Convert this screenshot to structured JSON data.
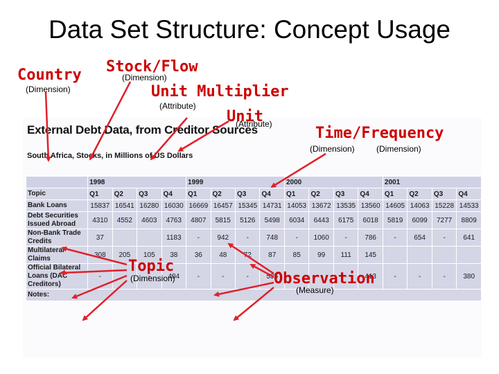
{
  "slide": {
    "title": "Data Set Structure: Concept Usage"
  },
  "screenshot": {
    "heading": "External Debt Data, from Creditor Sources",
    "subheading": "South Africa, Stocks, in Millions of US Dollars",
    "years": [
      "1998",
      "1999",
      "2000",
      "2001"
    ],
    "topic_header": "Topic",
    "quarters": [
      "Q1",
      "Q2",
      "Q3",
      "Q4",
      "Q1",
      "Q2",
      "Q3",
      "Q4",
      "Q1",
      "Q2",
      "Q3",
      "Q4",
      "Q1",
      "Q2",
      "Q3",
      "Q4"
    ],
    "rows": [
      {
        "label": "Bank Loans",
        "values": [
          "15837",
          "16541",
          "16280",
          "16030",
          "16669",
          "16457",
          "15345",
          "14731",
          "14053",
          "13672",
          "13535",
          "13560",
          "14605",
          "14063",
          "15228",
          "14533"
        ]
      },
      {
        "label": "Debt Securities Issued Abroad",
        "values": [
          "4310",
          "4552",
          "4603",
          "4763",
          "4807",
          "5815",
          "5126",
          "5498",
          "6034",
          "6443",
          "6175",
          "6018",
          "5819",
          "6099",
          "7277",
          "8809"
        ]
      },
      {
        "label": "Non-Bank Trade Credits",
        "values": [
          "37",
          "",
          "",
          "1183",
          "-",
          "942",
          "-",
          "748",
          "-",
          "1060",
          "-",
          "786",
          "-",
          "654",
          "-",
          "641"
        ]
      },
      {
        "label": "Multilateral Claims",
        "values": [
          "308",
          "205",
          "105",
          "38",
          "36",
          "48",
          "72",
          "87",
          "85",
          "99",
          "111",
          "145",
          "",
          "",
          "",
          ""
        ]
      },
      {
        "label": "Official Bilateral Loans (DAC Creditors)",
        "values": [
          "-",
          "-",
          "-",
          "404",
          "-",
          "-",
          "-",
          "535",
          "-",
          "-",
          "-",
          "413",
          "-",
          "-",
          "-",
          "380"
        ]
      }
    ],
    "notes_label": "Notes:"
  },
  "annotations": {
    "country": {
      "title": "Country",
      "role": "(Dimension)"
    },
    "stock_flow": {
      "title": "Stock/Flow",
      "role": "(Dimension)"
    },
    "unit_multiplier": {
      "title": "Unit Multiplier",
      "role": "(Attribute)"
    },
    "unit": {
      "title": "Unit",
      "role": "(Attribute)"
    },
    "time_frequency": {
      "title": "Time/Frequency",
      "role_time": "(Dimension)",
      "role_frequency": "(Dimension)"
    },
    "topic": {
      "title": "Topic",
      "role": "(Dimension)"
    },
    "observation": {
      "title": "Observation",
      "role": "(Measure)"
    }
  },
  "colors": {
    "arrow": "#e0202a",
    "label_red": "#cc0000",
    "table_cell": "#d4d6e6"
  }
}
